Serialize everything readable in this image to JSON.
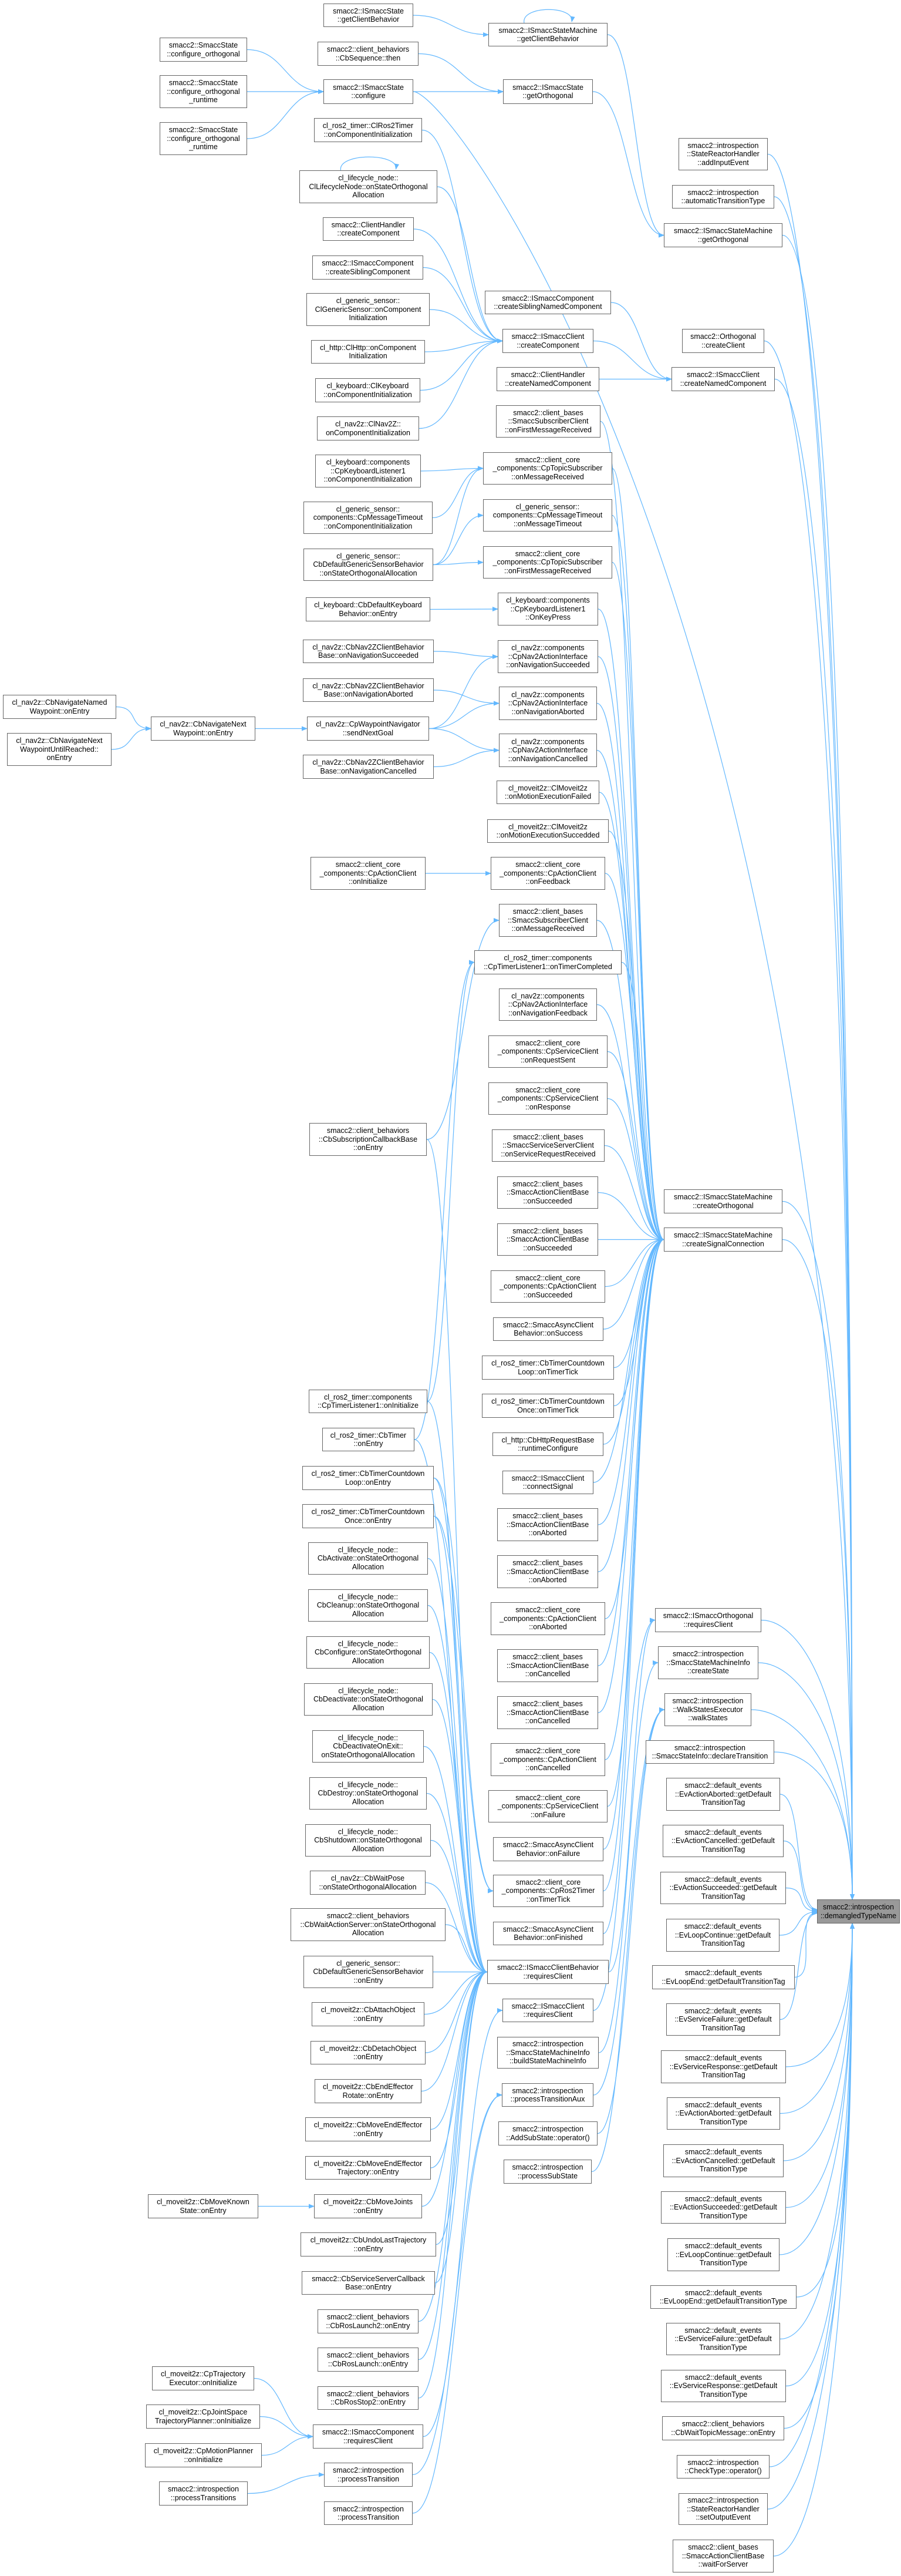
{
  "title": "smacc2::introspection::demangledTypeName caller graph",
  "colors": {
    "edge": "#63b8ff",
    "node_border": "#666666",
    "target_fill": "#999999"
  },
  "nodes": [
    {
      "id": "T",
      "label": "smacc2::introspection\n::demangledTypeName"
    },
    {
      "id": "z1",
      "label": "cl_nav2z::CbNavigateNamed\nWaypoint::onEntry"
    },
    {
      "id": "z2",
      "label": "cl_nav2z::CbNavigateNext\nWaypointUntilReached::\nonEntry"
    },
    {
      "id": "a1",
      "label": "smacc2::SmaccState\n::configure_orthogonal"
    },
    {
      "id": "a2",
      "label": "smacc2::SmaccState\n::configure_orthogonal\n_runtime"
    },
    {
      "id": "a3",
      "label": "smacc2::SmaccState\n::configure_orthogonal\n_runtime"
    },
    {
      "id": "a4",
      "label": "cl_nav2z::CbNavigateNext\nWaypoint::onEntry"
    },
    {
      "id": "a5",
      "label": "cl_moveit2z::CbMoveKnown\nState::onEntry"
    },
    {
      "id": "a6",
      "label": "cl_moveit2z::CpTrajectory\nExecutor::onInitialize"
    },
    {
      "id": "a7",
      "label": "cl_moveit2z::CpJointSpace\nTrajectoryPlanner::onInitialize"
    },
    {
      "id": "a8",
      "label": "cl_moveit2z::CpMotionPlanner\n::onInitialize"
    },
    {
      "id": "a9",
      "label": "smacc2::introspection\n::processTransitions"
    },
    {
      "id": "b1",
      "label": "smacc2::ISmaccState\n::getClientBehavior"
    },
    {
      "id": "b2",
      "label": "smacc2::client_behaviors\n::CbSequence::then"
    },
    {
      "id": "b3",
      "label": "smacc2::ISmaccState\n::configure"
    },
    {
      "id": "b4",
      "label": "cl_ros2_timer::ClRos2Timer\n::onComponentInitialization"
    },
    {
      "id": "b5",
      "label": "cl_lifecycle_node::\nClLifecycleNode::onStateOrthogonal\nAllocation"
    },
    {
      "id": "b6",
      "label": "smacc2::ClientHandler\n::createComponent"
    },
    {
      "id": "b7",
      "label": "smacc2::ISmaccComponent\n::createSiblingComponent"
    },
    {
      "id": "b8",
      "label": "cl_generic_sensor::\nClGenericSensor::onComponent\nInitialization"
    },
    {
      "id": "b9",
      "label": "cl_http::ClHttp::onComponent\nInitialization"
    },
    {
      "id": "b10",
      "label": "cl_keyboard::ClKeyboard\n::onComponentInitialization"
    },
    {
      "id": "b11",
      "label": "cl_nav2z::ClNav2Z::\nonComponentInitialization"
    },
    {
      "id": "b12",
      "label": "cl_keyboard::components\n::CpKeyboardListener1\n::onComponentInitialization"
    },
    {
      "id": "b13",
      "label": "cl_generic_sensor::\ncomponents::CpMessageTimeout\n::onComponentInitialization"
    },
    {
      "id": "b14",
      "label": "cl_generic_sensor::\nCbDefaultGenericSensorBehavior\n::onStateOrthogonalAllocation"
    },
    {
      "id": "b15",
      "label": "cl_keyboard::CbDefaultKeyboard\nBehavior::onEntry"
    },
    {
      "id": "b16",
      "label": "cl_nav2z::CbNav2ZClientBehavior\nBase::onNavigationSucceeded"
    },
    {
      "id": "b17",
      "label": "cl_nav2z::CbNav2ZClientBehavior\nBase::onNavigationAborted"
    },
    {
      "id": "b18",
      "label": "cl_nav2z::CpWaypointNavigator\n::sendNextGoal"
    },
    {
      "id": "b19",
      "label": "cl_nav2z::CbNav2ZClientBehavior\nBase::onNavigationCancelled"
    },
    {
      "id": "b20",
      "label": "smacc2::client_core\n_components::CpActionClient\n::onInitialize"
    },
    {
      "id": "b21",
      "label": "smacc2::client_behaviors\n::CbSubscriptionCallbackBase\n::onEntry"
    },
    {
      "id": "b22",
      "label": "cl_ros2_timer::components\n::CpTimerListener1::onInitialize"
    },
    {
      "id": "b23",
      "label": "cl_ros2_timer::CbTimer\n::onEntry"
    },
    {
      "id": "b24",
      "label": "cl_ros2_timer::CbTimerCountdown\nLoop::onEntry"
    },
    {
      "id": "b25",
      "label": "cl_ros2_timer::CbTimerCountdown\nOnce::onEntry"
    },
    {
      "id": "b26",
      "label": "cl_lifecycle_node::\nCbActivate::onStateOrthogonal\nAllocation"
    },
    {
      "id": "b27",
      "label": "cl_lifecycle_node::\nCbCleanup::onStateOrthogonal\nAllocation"
    },
    {
      "id": "b28",
      "label": "cl_lifecycle_node::\nCbConfigure::onStateOrthogonal\nAllocation"
    },
    {
      "id": "b29",
      "label": "cl_lifecycle_node::\nCbDeactivate::onStateOrthogonal\nAllocation"
    },
    {
      "id": "b30",
      "label": "cl_lifecycle_node::\nCbDeactivateOnExit::\nonStateOrthogonalAllocation"
    },
    {
      "id": "b31",
      "label": "cl_lifecycle_node::\nCbDestroy::onStateOrthogonal\nAllocation"
    },
    {
      "id": "b32",
      "label": "cl_lifecycle_node::\nCbShutdown::onStateOrthogonal\nAllocation"
    },
    {
      "id": "b33",
      "label": "cl_nav2z::CbWaitPose\n::onStateOrthogonalAllocation"
    },
    {
      "id": "b34",
      "label": "smacc2::client_behaviors\n::CbWaitActionServer::onStateOrthogonal\nAllocation"
    },
    {
      "id": "b35",
      "label": "cl_generic_sensor::\nCbDefaultGenericSensorBehavior\n::onEntry"
    },
    {
      "id": "b36",
      "label": "cl_moveit2z::CbAttachObject\n::onEntry"
    },
    {
      "id": "b37",
      "label": "cl_moveit2z::CbDetachObject\n::onEntry"
    },
    {
      "id": "b38",
      "label": "cl_moveit2z::CbEndEffector\nRotate::onEntry"
    },
    {
      "id": "b39",
      "label": "cl_moveit2z::CbMoveEndEffector\n::onEntry"
    },
    {
      "id": "b40",
      "label": "cl_moveit2z::CbMoveEndEffector\nTrajectory::onEntry"
    },
    {
      "id": "b41",
      "label": "cl_moveit2z::CbMoveJoints\n::onEntry"
    },
    {
      "id": "b42",
      "label": "cl_moveit2z::CbUndoLastTrajectory\n::onEntry"
    },
    {
      "id": "b43",
      "label": "smacc2::CbServiceServerCallback\nBase::onEntry"
    },
    {
      "id": "b44",
      "label": "smacc2::client_behaviors\n::CbRosLaunch2::onEntry"
    },
    {
      "id": "b45",
      "label": "smacc2::client_behaviors\n::CbRosLaunch::onEntry"
    },
    {
      "id": "b46",
      "label": "smacc2::client_behaviors\n::CbRosStop2::onEntry"
    },
    {
      "id": "b47",
      "label": "smacc2::ISmaccComponent\n::requiresClient"
    },
    {
      "id": "b48",
      "label": "smacc2::introspection\n::processTransition"
    },
    {
      "id": "b49",
      "label": "smacc2::introspection\n::processTransition"
    },
    {
      "id": "c1",
      "label": "smacc2::ISmaccStateMachine\n::getClientBehavior"
    },
    {
      "id": "c2",
      "label": "smacc2::ISmaccState\n::getOrthogonal"
    },
    {
      "id": "c3",
      "label": "smacc2::ISmaccComponent\n::createSiblingNamedComponent"
    },
    {
      "id": "c4",
      "label": "smacc2::ISmaccClient\n::createComponent"
    },
    {
      "id": "c5",
      "label": "smacc2::ClientHandler\n::createNamedComponent"
    },
    {
      "id": "c6",
      "label": "smacc2::client_bases\n::SmaccSubscriberClient\n::onFirstMessageReceived"
    },
    {
      "id": "c7",
      "label": "smacc2::client_core\n_components::CpTopicSubscriber\n::onMessageReceived"
    },
    {
      "id": "c8",
      "label": "cl_generic_sensor::\ncomponents::CpMessageTimeout\n::onMessageTimeout"
    },
    {
      "id": "c9",
      "label": "smacc2::client_core\n_components::CpTopicSubscriber\n::onFirstMessageReceived"
    },
    {
      "id": "c10",
      "label": "cl_keyboard::components\n::CpKeyboardListener1\n::OnKeyPress"
    },
    {
      "id": "c11",
      "label": "cl_nav2z::components\n::CpNav2ActionInterface\n::onNavigationSucceeded"
    },
    {
      "id": "c12",
      "label": "cl_nav2z::components\n::CpNav2ActionInterface\n::onNavigationAborted"
    },
    {
      "id": "c13",
      "label": "cl_nav2z::components\n::CpNav2ActionInterface\n::onNavigationCancelled"
    },
    {
      "id": "c14",
      "label": "cl_moveit2z::ClMoveit2z\n::onMotionExecutionFailed"
    },
    {
      "id": "c15",
      "label": "cl_moveit2z::ClMoveit2z\n::onMotionExecutionSuccedded"
    },
    {
      "id": "c16",
      "label": "smacc2::client_core\n_components::CpActionClient\n::onFeedback"
    },
    {
      "id": "c17",
      "label": "smacc2::client_bases\n::SmaccSubscriberClient\n::onMessageReceived"
    },
    {
      "id": "c18",
      "label": "cl_ros2_timer::components\n::CpTimerListener1::onTimerCompleted"
    },
    {
      "id": "c19",
      "label": "cl_nav2z::components\n::CpNav2ActionInterface\n::onNavigationFeedback"
    },
    {
      "id": "c20",
      "label": "smacc2::client_core\n_components::CpServiceClient\n::onRequestSent"
    },
    {
      "id": "c21",
      "label": "smacc2::client_core\n_components::CpServiceClient\n::onResponse"
    },
    {
      "id": "c22",
      "label": "smacc2::client_bases\n::SmaccServiceServerClient\n::onServiceRequestReceived"
    },
    {
      "id": "c23",
      "label": "smacc2::client_bases\n::SmaccActionClientBase\n::onSucceeded"
    },
    {
      "id": "c24",
      "label": "smacc2::client_bases\n::SmaccActionClientBase\n::onSucceeded"
    },
    {
      "id": "c25",
      "label": "smacc2::client_core\n_components::CpActionClient\n::onSucceeded"
    },
    {
      "id": "c26",
      "label": "smacc2::SmaccAsyncClient\nBehavior::onSuccess"
    },
    {
      "id": "c27",
      "label": "cl_ros2_timer::CbTimerCountdown\nLoop::onTimerTick"
    },
    {
      "id": "c28",
      "label": "cl_ros2_timer::CbTimerCountdown\nOnce::onTimerTick"
    },
    {
      "id": "c29",
      "label": "cl_http::CbHttpRequestBase\n::runtimeConfigure"
    },
    {
      "id": "c30",
      "label": "smacc2::ISmaccClient\n::connectSignal"
    },
    {
      "id": "c31",
      "label": "smacc2::client_bases\n::SmaccActionClientBase\n::onAborted"
    },
    {
      "id": "c32",
      "label": "smacc2::client_bases\n::SmaccActionClientBase\n::onAborted"
    },
    {
      "id": "c33",
      "label": "smacc2::client_core\n_components::CpActionClient\n::onAborted"
    },
    {
      "id": "c34",
      "label": "smacc2::client_bases\n::SmaccActionClientBase\n::onCancelled"
    },
    {
      "id": "c35",
      "label": "smacc2::client_bases\n::SmaccActionClientBase\n::onCancelled"
    },
    {
      "id": "c36",
      "label": "smacc2::client_core\n_components::CpActionClient\n::onCancelled"
    },
    {
      "id": "c37",
      "label": "smacc2::client_core\n_components::CpServiceClient\n::onFailure"
    },
    {
      "id": "c38",
      "label": "smacc2::SmaccAsyncClient\nBehavior::onFailure"
    },
    {
      "id": "c39",
      "label": "smacc2::client_core\n_components::CpRos2Timer\n::onTimerTick"
    },
    {
      "id": "c40",
      "label": "smacc2::SmaccAsyncClient\nBehavior::onFinished"
    },
    {
      "id": "c41",
      "label": "smacc2::ISmaccClientBehavior\n::requiresClient"
    },
    {
      "id": "c42",
      "label": "smacc2::ISmaccClient\n::requiresClient"
    },
    {
      "id": "c43",
      "label": "smacc2::introspection\n::SmaccStateMachineInfo\n::buildStateMachineInfo"
    },
    {
      "id": "c44",
      "label": "smacc2::introspection\n::processTransitionAux"
    },
    {
      "id": "c45",
      "label": "smacc2::introspection\n::AddSubState::operator()"
    },
    {
      "id": "c46",
      "label": "smacc2::introspection\n::processSubState"
    },
    {
      "id": "d1",
      "label": "smacc2::introspection\n::StateReactorHandler\n::addInputEvent"
    },
    {
      "id": "d2",
      "label": "smacc2::introspection\n::automaticTransitionType"
    },
    {
      "id": "d3",
      "label": "smacc2::ISmaccStateMachine\n::getOrthogonal"
    },
    {
      "id": "d4",
      "label": "smacc2::Orthogonal\n::createClient"
    },
    {
      "id": "d5",
      "label": "smacc2::ISmaccClient\n::createNamedComponent"
    },
    {
      "id": "d6",
      "label": "smacc2::ISmaccStateMachine\n::createOrthogonal"
    },
    {
      "id": "d7",
      "label": "smacc2::ISmaccStateMachine\n::createSignalConnection"
    },
    {
      "id": "d8",
      "label": "smacc2::ISmaccOrthogonal\n::requiresClient"
    },
    {
      "id": "d9",
      "label": "smacc2::introspection\n::SmaccStateMachineInfo\n::createState"
    },
    {
      "id": "d10",
      "label": "smacc2::introspection\n::WalkStatesExecutor\n::walkStates"
    },
    {
      "id": "d11",
      "label": "smacc2::introspection\n::SmaccStateInfo::declareTransition"
    },
    {
      "id": "d12",
      "label": "smacc2::default_events\n::EvActionAborted::getDefault\nTransitionTag"
    },
    {
      "id": "d13",
      "label": "smacc2::default_events\n::EvActionCancelled::getDefault\nTransitionTag"
    },
    {
      "id": "d14",
      "label": "smacc2::default_events\n::EvActionSucceeded::getDefault\nTransitionTag"
    },
    {
      "id": "d15",
      "label": "smacc2::default_events\n::EvLoopContinue::getDefault\nTransitionTag"
    },
    {
      "id": "d16",
      "label": "smacc2::default_events\n::EvLoopEnd::getDefaultTransitionTag"
    },
    {
      "id": "d17",
      "label": "smacc2::default_events\n::EvServiceFailure::getDefault\nTransitionTag"
    },
    {
      "id": "d18",
      "label": "smacc2::default_events\n::EvServiceResponse::getDefault\nTransitionTag"
    },
    {
      "id": "d19",
      "label": "smacc2::default_events\n::EvActionAborted::getDefault\nTransitionType"
    },
    {
      "id": "d20",
      "label": "smacc2::default_events\n::EvActionCancelled::getDefault\nTransitionType"
    },
    {
      "id": "d21",
      "label": "smacc2::default_events\n::EvActionSucceeded::getDefault\nTransitionType"
    },
    {
      "id": "d22",
      "label": "smacc2::default_events\n::EvLoopContinue::getDefault\nTransitionType"
    },
    {
      "id": "d23",
      "label": "smacc2::default_events\n::EvLoopEnd::getDefaultTransitionType"
    },
    {
      "id": "d24",
      "label": "smacc2::default_events\n::EvServiceFailure::getDefault\nTransitionType"
    },
    {
      "id": "d25",
      "label": "smacc2::default_events\n::EvServiceResponse::getDefault\nTransitionType"
    },
    {
      "id": "d26",
      "label": "smacc2::client_behaviors\n::CbWaitTopicMessage::onEntry"
    },
    {
      "id": "d27",
      "label": "smacc2::introspection\n::CheckType::operator()"
    },
    {
      "id": "d28",
      "label": "smacc2::introspection\n::StateReactorHandler\n::setOutputEvent"
    },
    {
      "id": "d29",
      "label": "smacc2::client_bases\n::SmaccActionClientBase\n::waitForServer"
    }
  ],
  "edges": [
    [
      "a1",
      "b3"
    ],
    [
      "a2",
      "b3"
    ],
    [
      "a3",
      "b3"
    ],
    [
      "b1",
      "c1"
    ],
    [
      "c1",
      "c1"
    ],
    [
      "c1",
      "d3"
    ],
    [
      "b2",
      "c2"
    ],
    [
      "b3",
      "c2"
    ],
    [
      "b3",
      "T"
    ],
    [
      "c2",
      "d3"
    ],
    [
      "b4",
      "c4"
    ],
    [
      "b5",
      "c4"
    ],
    [
      "b5",
      "b5"
    ],
    [
      "b6",
      "c4"
    ],
    [
      "b7",
      "c4"
    ],
    [
      "b8",
      "c4"
    ],
    [
      "b9",
      "c4"
    ],
    [
      "b10",
      "c4"
    ],
    [
      "b11",
      "c4"
    ],
    [
      "c3",
      "d5"
    ],
    [
      "c4",
      "d5"
    ],
    [
      "c5",
      "d5"
    ],
    [
      "b12",
      "c7"
    ],
    [
      "b13",
      "c7"
    ],
    [
      "b14",
      "c7"
    ],
    [
      "b14",
      "c8"
    ],
    [
      "b14",
      "c9"
    ],
    [
      "b15",
      "c10"
    ],
    [
      "b16",
      "c11"
    ],
    [
      "b17",
      "c12"
    ],
    [
      "b19",
      "c13"
    ],
    [
      "z1",
      "a4"
    ],
    [
      "z2",
      "a4"
    ],
    [
      "a4",
      "b18"
    ],
    [
      "b18",
      "c11"
    ],
    [
      "b18",
      "c12"
    ],
    [
      "b18",
      "c13"
    ],
    [
      "b20",
      "c16"
    ],
    [
      "b21",
      "c17"
    ],
    [
      "b21",
      "c41"
    ],
    [
      "b22",
      "c18"
    ],
    [
      "b22",
      "c41"
    ],
    [
      "b23",
      "c18"
    ],
    [
      "b23",
      "c41"
    ],
    [
      "b24",
      "c39"
    ],
    [
      "b25",
      "c39"
    ],
    [
      "b24",
      "c41"
    ],
    [
      "b25",
      "c41"
    ],
    [
      "c6",
      "d7"
    ],
    [
      "c7",
      "d7"
    ],
    [
      "c8",
      "d7"
    ],
    [
      "c9",
      "d7"
    ],
    [
      "c10",
      "d7"
    ],
    [
      "c11",
      "d7"
    ],
    [
      "c12",
      "d7"
    ],
    [
      "c13",
      "d7"
    ],
    [
      "c14",
      "d7"
    ],
    [
      "c15",
      "d7"
    ],
    [
      "c16",
      "d7"
    ],
    [
      "c17",
      "d7"
    ],
    [
      "c18",
      "d7"
    ],
    [
      "c19",
      "d7"
    ],
    [
      "c20",
      "d7"
    ],
    [
      "c21",
      "d7"
    ],
    [
      "c22",
      "d7"
    ],
    [
      "c23",
      "d7"
    ],
    [
      "c24",
      "d7"
    ],
    [
      "c25",
      "d7"
    ],
    [
      "c26",
      "d7"
    ],
    [
      "c27",
      "d7"
    ],
    [
      "c28",
      "d7"
    ],
    [
      "c29",
      "d7"
    ],
    [
      "c30",
      "d7"
    ],
    [
      "c31",
      "d7"
    ],
    [
      "c32",
      "d7"
    ],
    [
      "c33",
      "d7"
    ],
    [
      "c34",
      "d7"
    ],
    [
      "c35",
      "d7"
    ],
    [
      "c36",
      "d7"
    ],
    [
      "c37",
      "d7"
    ],
    [
      "c38",
      "d7"
    ],
    [
      "c39",
      "d7"
    ],
    [
      "c40",
      "d7"
    ],
    [
      "b26",
      "c41"
    ],
    [
      "b27",
      "c41"
    ],
    [
      "b28",
      "c41"
    ],
    [
      "b29",
      "c41"
    ],
    [
      "b30",
      "c41"
    ],
    [
      "b31",
      "c41"
    ],
    [
      "b32",
      "c41"
    ],
    [
      "b33",
      "c41"
    ],
    [
      "b34",
      "c41"
    ],
    [
      "b35",
      "c41"
    ],
    [
      "b36",
      "c41"
    ],
    [
      "b37",
      "c41"
    ],
    [
      "b38",
      "c41"
    ],
    [
      "b39",
      "c41"
    ],
    [
      "b40",
      "c41"
    ],
    [
      "b41",
      "c41"
    ],
    [
      "b42",
      "c41"
    ],
    [
      "b43",
      "c41"
    ],
    [
      "b44",
      "c41"
    ],
    [
      "b45",
      "c41"
    ],
    [
      "b46",
      "c41"
    ],
    [
      "a5",
      "b41"
    ],
    [
      "a6",
      "b47"
    ],
    [
      "a7",
      "b47"
    ],
    [
      "a8",
      "b47"
    ],
    [
      "b47",
      "c42"
    ],
    [
      "a9",
      "b48"
    ],
    [
      "b48",
      "c44"
    ],
    [
      "b49",
      "c44"
    ],
    [
      "c41",
      "d8"
    ],
    [
      "c42",
      "d8"
    ],
    [
      "c43",
      "d9"
    ],
    [
      "c44",
      "d10"
    ],
    [
      "c45",
      "d10"
    ],
    [
      "c46",
      "d10"
    ],
    [
      "d1",
      "T"
    ],
    [
      "d2",
      "T"
    ],
    [
      "d3",
      "T"
    ],
    [
      "d4",
      "T"
    ],
    [
      "d5",
      "T"
    ],
    [
      "d6",
      "T"
    ],
    [
      "d7",
      "T"
    ],
    [
      "d8",
      "T"
    ],
    [
      "d9",
      "T"
    ],
    [
      "d10",
      "T"
    ],
    [
      "d11",
      "T"
    ],
    [
      "d12",
      "T"
    ],
    [
      "d13",
      "T"
    ],
    [
      "d14",
      "T"
    ],
    [
      "d15",
      "T"
    ],
    [
      "d16",
      "T"
    ],
    [
      "d17",
      "T"
    ],
    [
      "d18",
      "T"
    ],
    [
      "d19",
      "T"
    ],
    [
      "d20",
      "T"
    ],
    [
      "d21",
      "T"
    ],
    [
      "d22",
      "T"
    ],
    [
      "d23",
      "T"
    ],
    [
      "d24",
      "T"
    ],
    [
      "d25",
      "T"
    ],
    [
      "d26",
      "T"
    ],
    [
      "d27",
      "T"
    ],
    [
      "d28",
      "T"
    ],
    [
      "d29",
      "T"
    ]
  ]
}
